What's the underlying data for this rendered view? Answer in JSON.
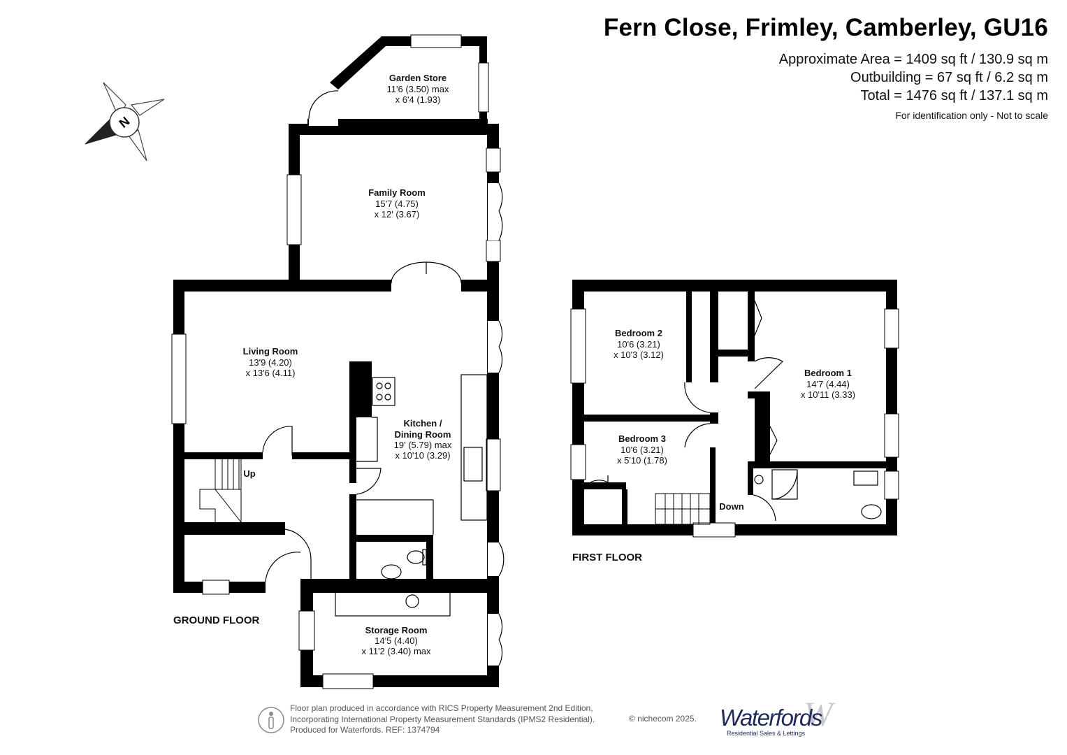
{
  "header": {
    "address": "Fern Close, Frimley, Camberley, GU16",
    "area_approx": "Approximate Area = 1409 sq ft / 130.9 sq m",
    "area_outbuilding": "Outbuilding = 67 sq ft / 6.2 sq m",
    "area_total": "Total = 1476 sq ft / 137.1 sq m",
    "disclaimer": "For identification only - Not to scale"
  },
  "compass": {
    "label": "N",
    "icon": "north-compass-icon"
  },
  "floors": {
    "ground": "GROUND FLOOR",
    "first": "FIRST FLOOR"
  },
  "rooms": {
    "garden_store": {
      "name": "Garden Store",
      "dim1": "11'6 (3.50) max",
      "dim2": "x 6'4 (1.93)"
    },
    "family_room": {
      "name": "Family Room",
      "dim1": "15'7 (4.75)",
      "dim2": "x 12' (3.67)"
    },
    "living_room": {
      "name": "Living Room",
      "dim1": "13'9 (4.20)",
      "dim2": "x 13'6 (4.11)"
    },
    "kitchen": {
      "name1": "Kitchen /",
      "name2": "Dining Room",
      "dim1": "19' (5.79) max",
      "dim2": "x 10'10 (3.29)"
    },
    "storage_room": {
      "name": "Storage Room",
      "dim1": "14'5 (4.40)",
      "dim2": "x 11'2 (3.40) max"
    },
    "bedroom1": {
      "name": "Bedroom 1",
      "dim1": "14'7 (4.44)",
      "dim2": "x 10'11 (3.33)"
    },
    "bedroom2": {
      "name": "Bedroom 2",
      "dim1": "10'6 (3.21)",
      "dim2": "x 10'3 (3.12)"
    },
    "bedroom3": {
      "name": "Bedroom 3",
      "dim1": "10'6 (3.21)",
      "dim2": "x 5'10 (1.78)"
    }
  },
  "stairs": {
    "up": "Up",
    "down": "Down"
  },
  "footer": {
    "line1": "Floor plan produced in accordance with RICS Property Measurement 2nd Edition,",
    "line2": "Incorporating International Property Measurement Standards (IPMS2 Residential).",
    "line3": "Produced for Waterfords.   REF:  1374794",
    "copyright": "© nichecom 2025.",
    "brand": "Waterfords",
    "brand_mark": "W",
    "brand_tagline": "Residential Sales & Lettings"
  },
  "colors": {
    "wall": "#000000",
    "brand": "#1d2a5a",
    "footer_text": "#555555"
  }
}
